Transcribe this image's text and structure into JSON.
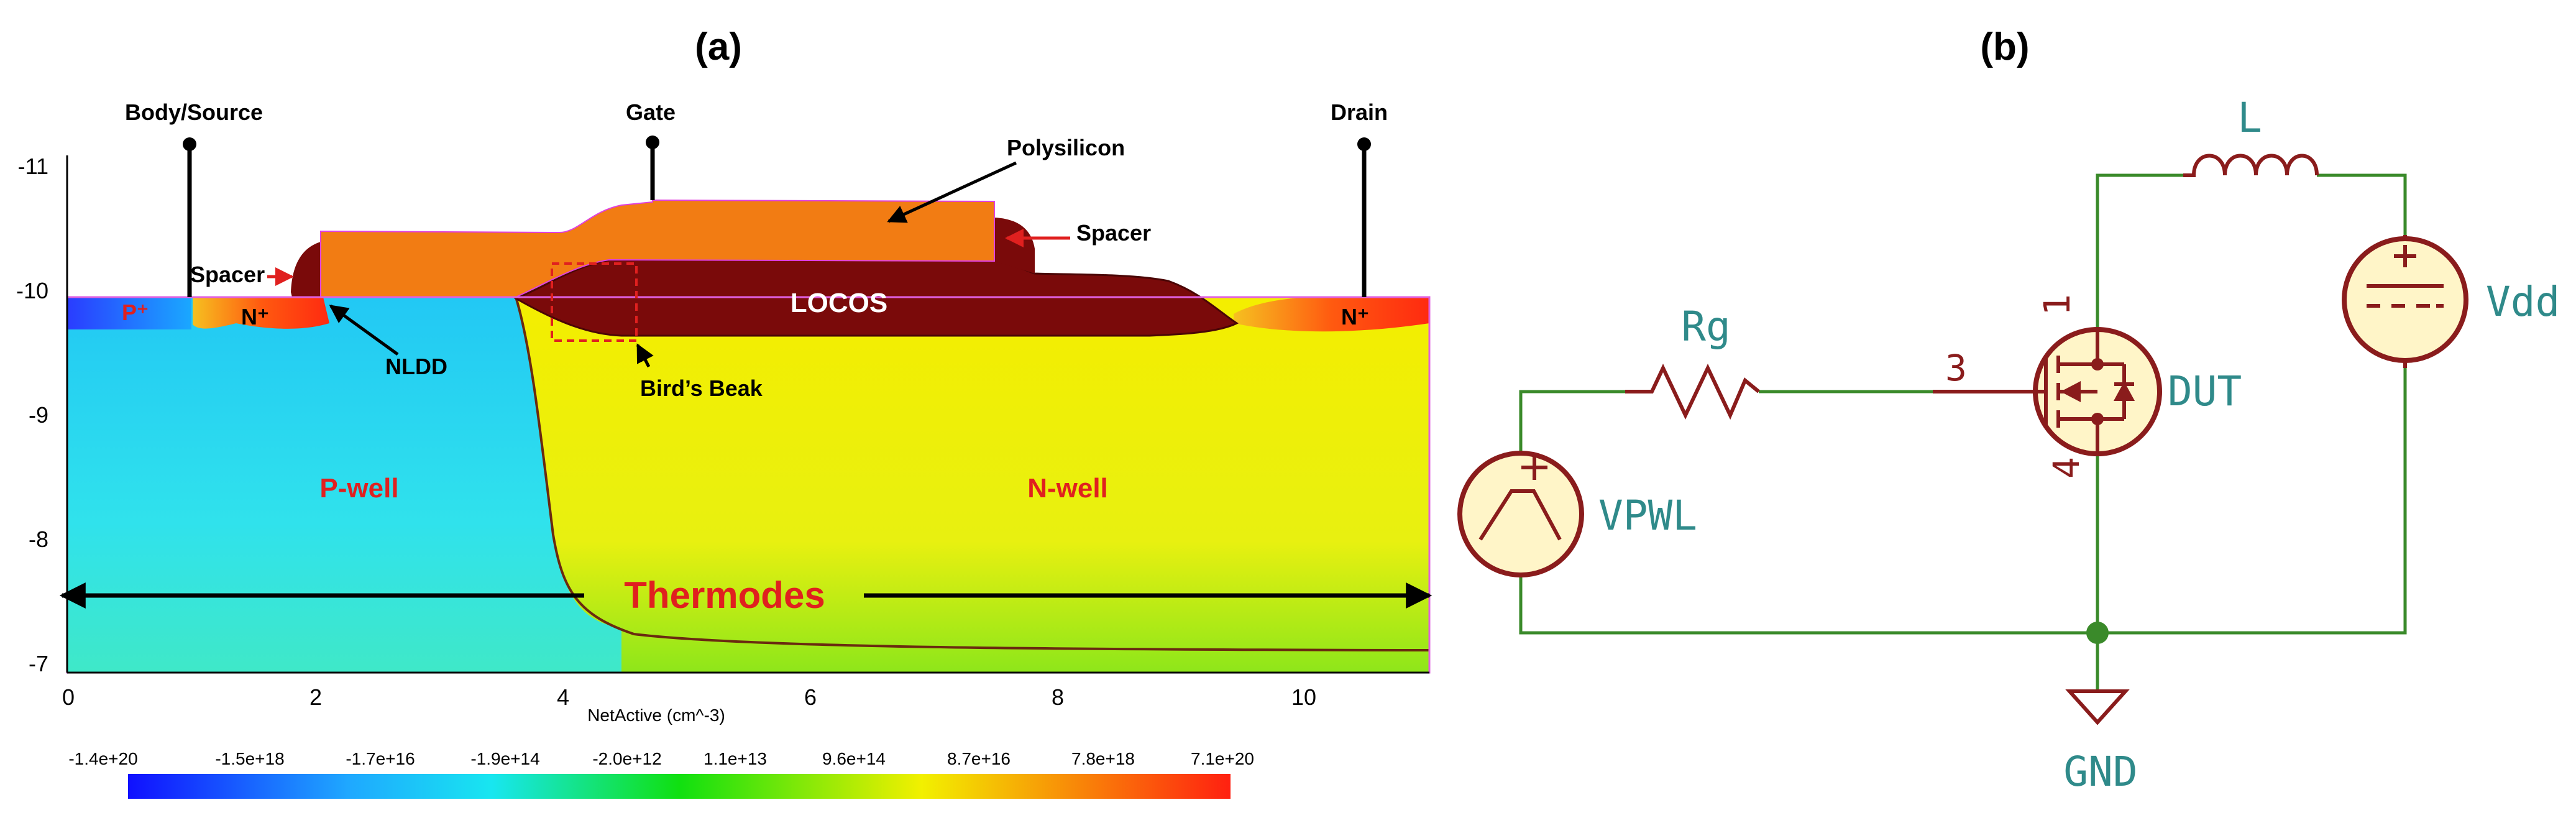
{
  "panel_a": {
    "label": "(a)",
    "terminals": {
      "body_source": "Body/Source",
      "gate": "Gate",
      "drain": "Drain"
    },
    "regions": {
      "polysilicon": "Polysilicon",
      "spacer_left": "Spacer",
      "spacer_right": "Spacer",
      "p_plus": "P⁺",
      "n_plus_left": "N⁺",
      "n_plus_right": "N⁺",
      "nldd": "NLDD",
      "locos": "LOCOS",
      "birds_beak": "Bird’s Beak",
      "p_well": "P-well",
      "n_well": "N-well",
      "thermodes": "Thermodes"
    },
    "x_ticks": [
      "0",
      "2",
      "4",
      "6",
      "8",
      "10"
    ],
    "y_ticks": [
      "-11",
      "-10",
      "-9",
      "-8",
      "-7"
    ],
    "colorbar_title": "NetActive (cm^-3)",
    "colorbar_ticks": [
      "-1.4e+20",
      "-1.5e+18",
      "-1.7e+16",
      "-1.9e+14",
      "-2.0e+12",
      "1.1e+13",
      "9.6e+14",
      "8.7e+16",
      "7.8e+18",
      "7.1e+20"
    ],
    "colors": {
      "oxide": "#7a0a0a",
      "poly": "#f27c13",
      "n_well": "#f2f000",
      "p_well": "#16d8f2"
    }
  },
  "panel_b": {
    "label": "(b)",
    "components": {
      "inductor": "L",
      "gate_resistor": "Rg",
      "supply": "Vdd",
      "transistor": "DUT",
      "source": "VPWL",
      "ground": "GND",
      "pin_gate": "3",
      "pin_drain": "1",
      "pin_source": "4"
    },
    "colors": {
      "wire": "#3a8a2a",
      "component": "#8a1c1c",
      "fill": "#fff5c8",
      "text": "#2f8a8a"
    }
  }
}
